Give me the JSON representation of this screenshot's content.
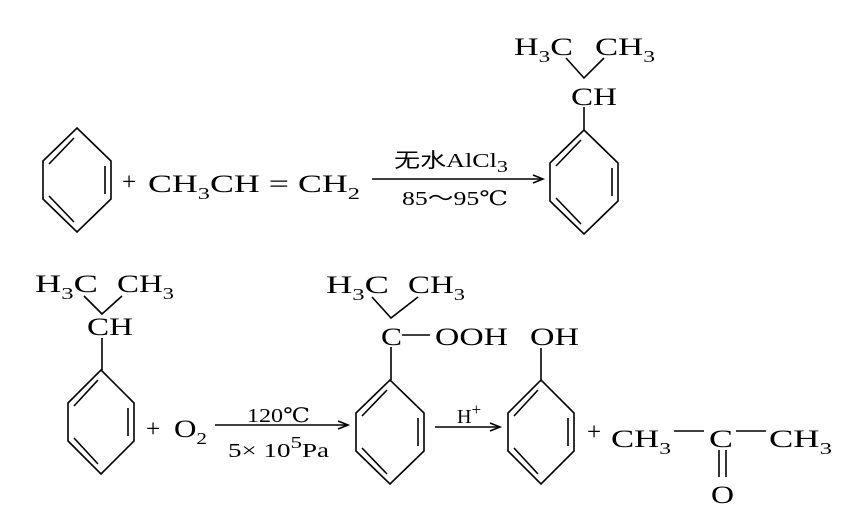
{
  "reaction1": {
    "plus": "+",
    "propene": {
      "a": "CH",
      "a_sub": "3",
      "b": "CH = CH",
      "b_sub": "2"
    },
    "condition_above": {
      "text": "无水AlCl",
      "sub": "3"
    },
    "condition_below": "85～95℃",
    "product": {
      "left_methyl": {
        "h": "H",
        "sub": "3",
        "c": "C"
      },
      "right_methyl": {
        "ch": "CH",
        "sub": "3"
      },
      "ch": "CH"
    }
  },
  "reaction2": {
    "cumene": {
      "left_methyl": {
        "h": "H",
        "sub": "3",
        "c": "C"
      },
      "right_methyl": {
        "ch": "CH",
        "sub": "3"
      },
      "ch": "CH"
    },
    "plus": "+",
    "oxygen": {
      "o": "O",
      "sub": "2"
    },
    "condition_above": "120℃",
    "condition_below": {
      "a": "5× 10",
      "sup": "5",
      "b": "Pa"
    },
    "hydroperoxide": {
      "left_methyl": {
        "h": "H",
        "sub": "3",
        "c": "C"
      },
      "right_methyl": {
        "ch": "CH",
        "sub": "3"
      },
      "c": "C",
      "ooh": "OOH"
    },
    "acid_condition": {
      "h": "H",
      "sup": "+"
    },
    "phenol": {
      "oh": "OH"
    },
    "plus2": "+",
    "acetone": {
      "left": {
        "ch": "CH",
        "sub": "3"
      },
      "c": "C",
      "right": {
        "ch": "CH",
        "sub": "3"
      },
      "o": "O"
    }
  }
}
